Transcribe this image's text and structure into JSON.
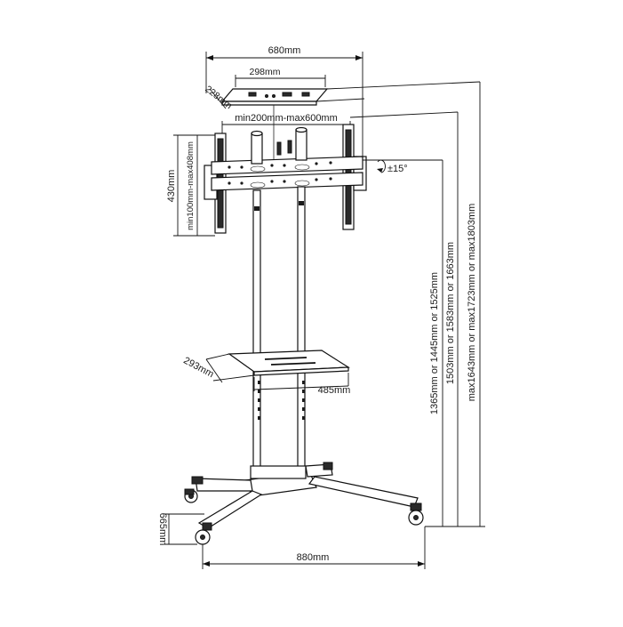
{
  "diagram": {
    "labels": {
      "top_width": "680mm",
      "top_plate_width": "298mm",
      "top_plate_depth": "228mm",
      "vesa_width_range": "min200mm-max600mm",
      "bracket_height": "430mm",
      "vesa_height_range": "min100mm-max408mm",
      "tilt": "±15°",
      "shelf_depth": "293mm",
      "shelf_width": "485mm",
      "base_height": "665mm",
      "base_width": "880mm",
      "height_option_1": "1365mm or 1445mm or 1525mm",
      "height_option_2": "1503mm or 1583mm or 1663mm",
      "height_option_3": "max1643mm or max1723mm or max1803mm"
    }
  }
}
